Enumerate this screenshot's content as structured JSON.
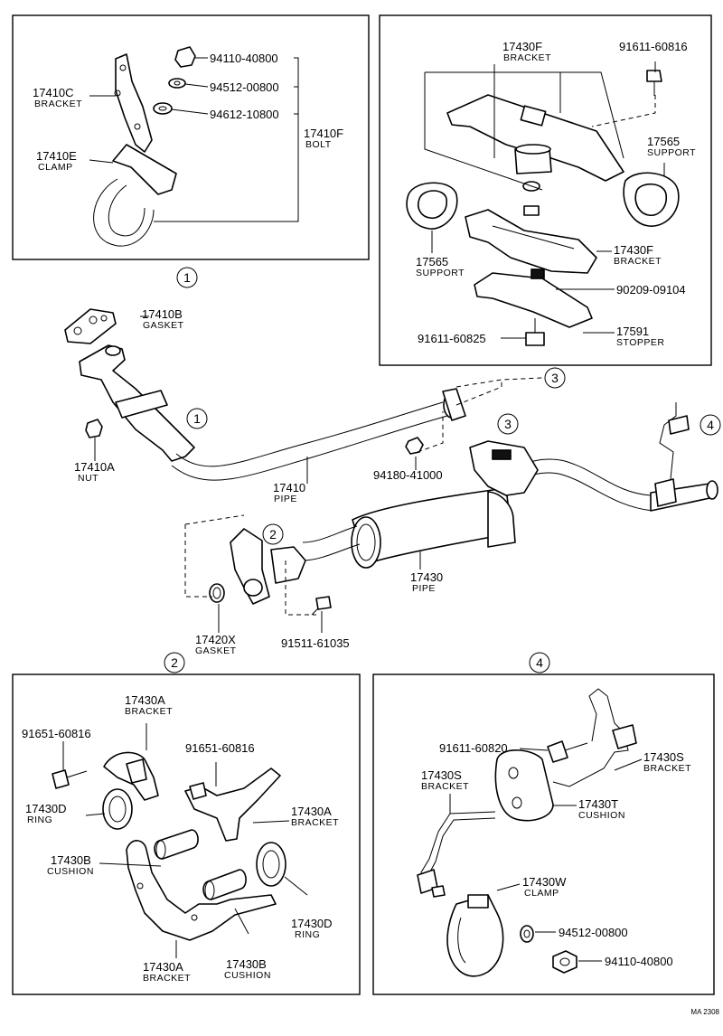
{
  "callouts": {
    "c1": {
      "number": "1"
    },
    "c2": {
      "number": "2"
    },
    "c3": {
      "number": "3"
    },
    "c4": {
      "number": "4"
    }
  },
  "parts": {
    "p17410C": {
      "number": "17410C",
      "label": "BRACKET"
    },
    "p17410E": {
      "number": "17410E",
      "label": "CLAMP"
    },
    "p17410F": {
      "number": "17410F",
      "label": "BOLT"
    },
    "p94110_1": {
      "number": "94110-40800"
    },
    "p94512_1": {
      "number": "94512-00800"
    },
    "p94612": {
      "number": "94612-10800"
    },
    "p17430F_top": {
      "number": "17430F",
      "label": "BRACKET"
    },
    "p91611_60816": {
      "number": "91611-60816"
    },
    "p17565_r": {
      "number": "17565",
      "label": "SUPPORT"
    },
    "p17565_l": {
      "number": "17565",
      "label": "SUPPORT"
    },
    "p17430F_mid": {
      "number": "17430F",
      "label": "BRACKET"
    },
    "p90209": {
      "number": "90209-09104"
    },
    "p91611_60825": {
      "number": "91611-60825"
    },
    "p17591": {
      "number": "17591",
      "label": "STOPPER"
    },
    "p17410B": {
      "number": "17410B",
      "label": "GASKET"
    },
    "p17410A": {
      "number": "17410A",
      "label": "NUT"
    },
    "p17410": {
      "number": "17410",
      "label": "PIPE"
    },
    "p94180": {
      "number": "94180-41000"
    },
    "p17430": {
      "number": "17430",
      "label": "PIPE"
    },
    "p17420X": {
      "number": "17420X",
      "label": "GASKET"
    },
    "p91511": {
      "number": "91511-61035"
    },
    "p91651_a": {
      "number": "91651-60816"
    },
    "p17430A_top": {
      "number": "17430A",
      "label": "BRACKET"
    },
    "p91651_b": {
      "number": "91651-60816"
    },
    "p17430D_l": {
      "number": "17430D",
      "label": "RING"
    },
    "p17430A_r": {
      "number": "17430A",
      "label": "BRACKET"
    },
    "p17430B_l": {
      "number": "17430B",
      "label": "CUSHION"
    },
    "p17430D_r": {
      "number": "17430D",
      "label": "RING"
    },
    "p17430A_bot": {
      "number": "17430A",
      "label": "BRACKET"
    },
    "p17430B_bot": {
      "number": "17430B",
      "label": "CUSHION"
    },
    "p91611_60820": {
      "number": "91611-60820"
    },
    "p17430S_r": {
      "number": "17430S",
      "label": "BRACKET"
    },
    "p17430S_l": {
      "number": "17430S",
      "label": "BRACKET"
    },
    "p17430T": {
      "number": "17430T",
      "label": "CUSHION"
    },
    "p17430W": {
      "number": "17430W",
      "label": "CLAMP"
    },
    "p94512_2": {
      "number": "94512-00800"
    },
    "p94110_2": {
      "number": "94110-40800"
    }
  },
  "footer": {
    "code": "MA 2308"
  }
}
